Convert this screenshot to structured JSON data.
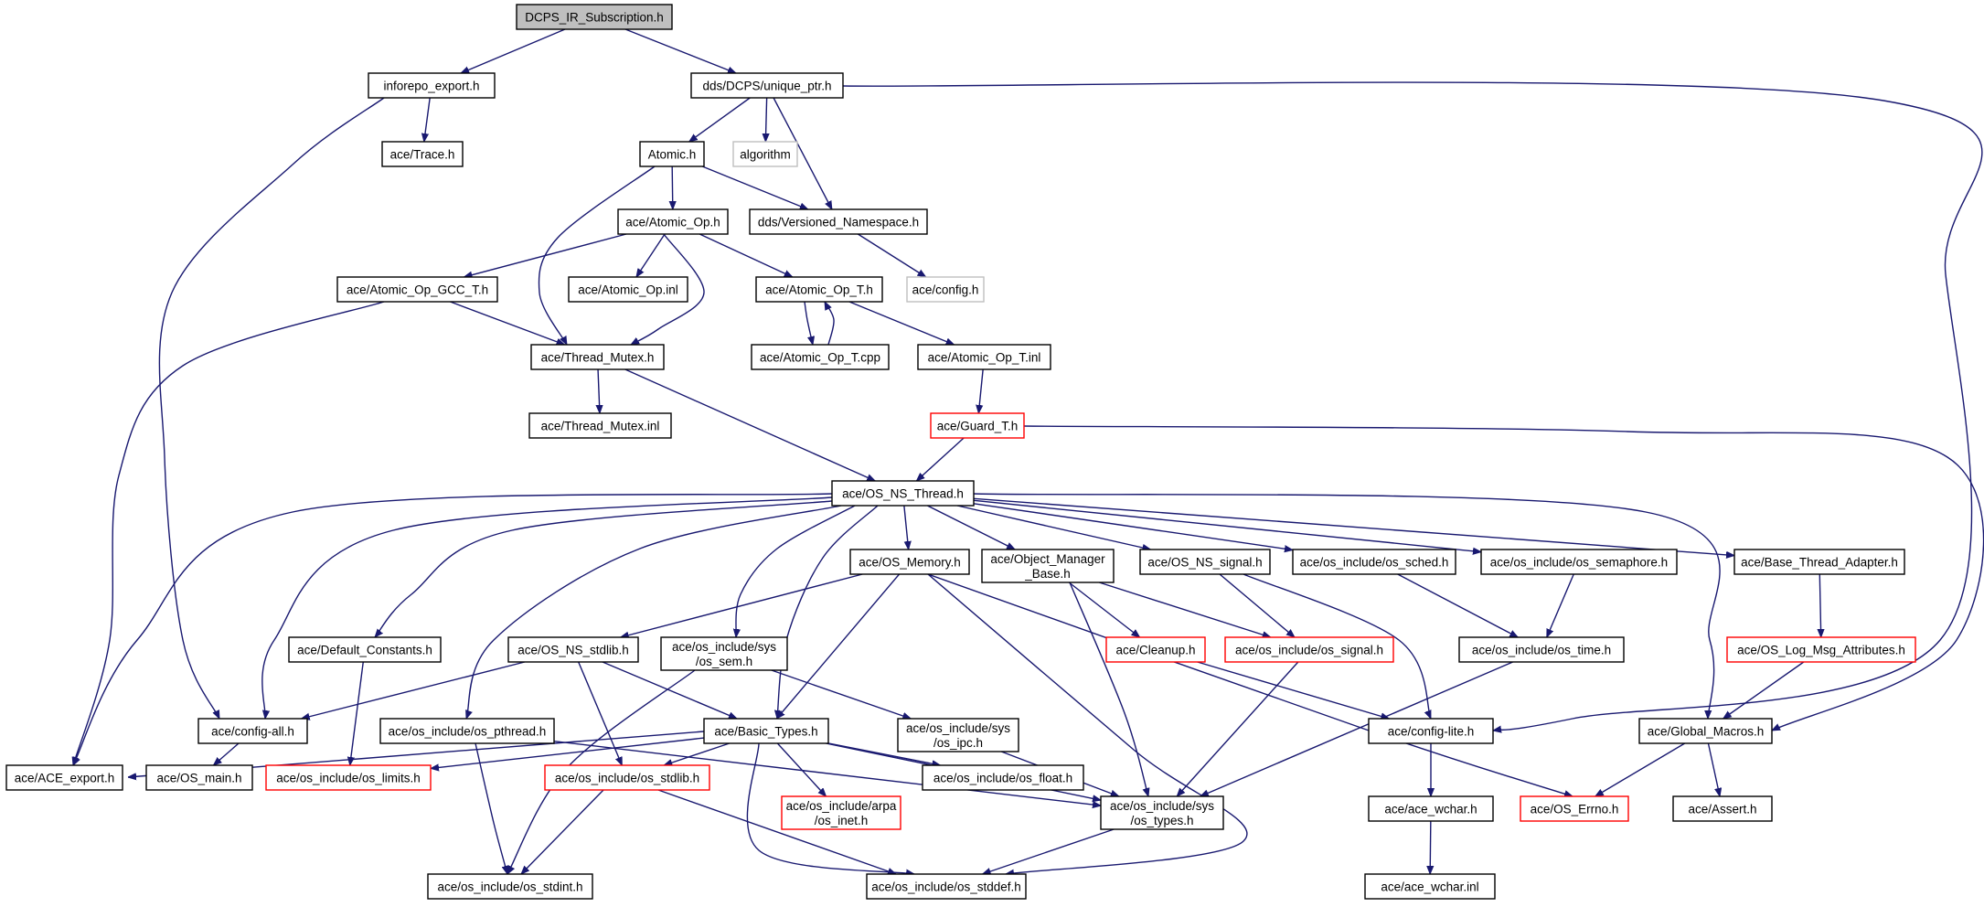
{
  "graph_nodes": [
    {
      "id": "root",
      "lines": [
        "DCPS_IR_Subscription.h"
      ],
      "style": "root"
    },
    {
      "id": "inforepo",
      "lines": [
        "inforepo_export.h"
      ],
      "style": "normal"
    },
    {
      "id": "uniqueptr",
      "lines": [
        "dds/DCPS/unique_ptr.h"
      ],
      "style": "normal"
    },
    {
      "id": "trace",
      "lines": [
        "ace/Trace.h"
      ],
      "style": "normal"
    },
    {
      "id": "atomic",
      "lines": [
        "Atomic.h"
      ],
      "style": "normal"
    },
    {
      "id": "algorithm",
      "lines": [
        "algorithm"
      ],
      "style": "gray"
    },
    {
      "id": "atomicop",
      "lines": [
        "ace/Atomic_Op.h"
      ],
      "style": "normal"
    },
    {
      "id": "versioned",
      "lines": [
        "dds/Versioned_Namespace.h"
      ],
      "style": "normal"
    },
    {
      "id": "gcct",
      "lines": [
        "ace/Atomic_Op_GCC_T.h"
      ],
      "style": "normal"
    },
    {
      "id": "atomicopinl",
      "lines": [
        "ace/Atomic_Op.inl"
      ],
      "style": "normal"
    },
    {
      "id": "atomicopt",
      "lines": [
        "ace/Atomic_Op_T.h"
      ],
      "style": "normal"
    },
    {
      "id": "config",
      "lines": [
        "ace/config.h"
      ],
      "style": "gray"
    },
    {
      "id": "threadmutex",
      "lines": [
        "ace/Thread_Mutex.h"
      ],
      "style": "normal"
    },
    {
      "id": "atomicoptcpp",
      "lines": [
        "ace/Atomic_Op_T.cpp"
      ],
      "style": "normal"
    },
    {
      "id": "atomicoptinl",
      "lines": [
        "ace/Atomic_Op_T.inl"
      ],
      "style": "normal"
    },
    {
      "id": "threadmutexinl",
      "lines": [
        "ace/Thread_Mutex.inl"
      ],
      "style": "normal"
    },
    {
      "id": "guardt",
      "lines": [
        "ace/Guard_T.h"
      ],
      "style": "red"
    },
    {
      "id": "osnsthread",
      "lines": [
        "ace/OS_NS_Thread.h"
      ],
      "style": "normal"
    },
    {
      "id": "osmemory",
      "lines": [
        "ace/OS_Memory.h"
      ],
      "style": "normal"
    },
    {
      "id": "objmgr",
      "lines": [
        "ace/Object_Manager",
        "_Base.h"
      ],
      "style": "normal"
    },
    {
      "id": "osnssignal",
      "lines": [
        "ace/OS_NS_signal.h"
      ],
      "style": "normal"
    },
    {
      "id": "ossched",
      "lines": [
        "ace/os_include/os_sched.h"
      ],
      "style": "normal"
    },
    {
      "id": "ossemaphore",
      "lines": [
        "ace/os_include/os_semaphore.h"
      ],
      "style": "normal"
    },
    {
      "id": "basethread",
      "lines": [
        "ace/Base_Thread_Adapter.h"
      ],
      "style": "normal"
    },
    {
      "id": "defconst",
      "lines": [
        "ace/Default_Constants.h"
      ],
      "style": "normal"
    },
    {
      "id": "osnsstdlib",
      "lines": [
        "ace/OS_NS_stdlib.h"
      ],
      "style": "normal"
    },
    {
      "id": "ossem",
      "lines": [
        "ace/os_include/sys",
        "/os_sem.h"
      ],
      "style": "normal"
    },
    {
      "id": "cleanup",
      "lines": [
        "ace/Cleanup.h"
      ],
      "style": "red"
    },
    {
      "id": "ossignal",
      "lines": [
        "ace/os_include/os_signal.h"
      ],
      "style": "red"
    },
    {
      "id": "ostime",
      "lines": [
        "ace/os_include/os_time.h"
      ],
      "style": "normal"
    },
    {
      "id": "logmsg",
      "lines": [
        "ace/OS_Log_Msg_Attributes.h"
      ],
      "style": "red"
    },
    {
      "id": "configall",
      "lines": [
        "ace/config-all.h"
      ],
      "style": "normal"
    },
    {
      "id": "ospthread",
      "lines": [
        "ace/os_include/os_pthread.h"
      ],
      "style": "normal"
    },
    {
      "id": "basictypes",
      "lines": [
        "ace/Basic_Types.h"
      ],
      "style": "normal"
    },
    {
      "id": "osipc",
      "lines": [
        "ace/os_include/sys",
        "/os_ipc.h"
      ],
      "style": "normal"
    },
    {
      "id": "configlite",
      "lines": [
        "ace/config-lite.h"
      ],
      "style": "normal"
    },
    {
      "id": "globalmacros",
      "lines": [
        "ace/Global_Macros.h"
      ],
      "style": "normal"
    },
    {
      "id": "aceexport",
      "lines": [
        "ace/ACE_export.h"
      ],
      "style": "normal"
    },
    {
      "id": "osmain",
      "lines": [
        "ace/OS_main.h"
      ],
      "style": "normal"
    },
    {
      "id": "oslimits",
      "lines": [
        "ace/os_include/os_limits.h"
      ],
      "style": "red"
    },
    {
      "id": "osstdlib",
      "lines": [
        "ace/os_include/os_stdlib.h"
      ],
      "style": "red"
    },
    {
      "id": "osinet",
      "lines": [
        "ace/os_include/arpa",
        "/os_inet.h"
      ],
      "style": "red"
    },
    {
      "id": "osfloat",
      "lines": [
        "ace/os_include/os_float.h"
      ],
      "style": "normal"
    },
    {
      "id": "ostypes",
      "lines": [
        "ace/os_include/sys",
        "/os_types.h"
      ],
      "style": "normal"
    },
    {
      "id": "acewchar",
      "lines": [
        "ace/ace_wchar.h"
      ],
      "style": "normal"
    },
    {
      "id": "oserrno",
      "lines": [
        "ace/OS_Errno.h"
      ],
      "style": "red"
    },
    {
      "id": "assert",
      "lines": [
        "ace/Assert.h"
      ],
      "style": "normal"
    },
    {
      "id": "osstdint",
      "lines": [
        "ace/os_include/os_stdint.h"
      ],
      "style": "normal"
    },
    {
      "id": "osstddef",
      "lines": [
        "ace/os_include/os_stddef.h"
      ],
      "style": "normal"
    },
    {
      "id": "acewcharinl",
      "lines": [
        "ace/ace_wchar.inl"
      ],
      "style": "normal"
    }
  ],
  "graph_edges": [
    [
      "root",
      "inforepo"
    ],
    [
      "root",
      "uniqueptr"
    ],
    [
      "inforepo",
      "trace"
    ],
    [
      "inforepo",
      "configall"
    ],
    [
      "uniqueptr",
      "atomic"
    ],
    [
      "uniqueptr",
      "algorithm"
    ],
    [
      "uniqueptr",
      "versioned"
    ],
    [
      "uniqueptr",
      "configlite"
    ],
    [
      "atomic",
      "atomicop"
    ],
    [
      "atomic",
      "versioned"
    ],
    [
      "atomic",
      "threadmutex"
    ],
    [
      "versioned",
      "config"
    ],
    [
      "atomicop",
      "gcct"
    ],
    [
      "atomicop",
      "atomicopinl"
    ],
    [
      "atomicop",
      "atomicopt"
    ],
    [
      "atomicop",
      "threadmutex"
    ],
    [
      "gcct",
      "threadmutex"
    ],
    [
      "gcct",
      "aceexport"
    ],
    [
      "atomicopt",
      "atomicoptcpp"
    ],
    [
      "atomicoptcpp",
      "atomicopt"
    ],
    [
      "atomicopt",
      "atomicoptinl"
    ],
    [
      "threadmutex",
      "threadmutexinl"
    ],
    [
      "threadmutex",
      "osnsthread"
    ],
    [
      "atomicoptinl",
      "guardt"
    ],
    [
      "guardt",
      "osnsthread"
    ],
    [
      "guardt",
      "globalmacros"
    ],
    [
      "osnsthread",
      "aceexport"
    ],
    [
      "osnsthread",
      "configall"
    ],
    [
      "osnsthread",
      "defconst"
    ],
    [
      "osnsthread",
      "ospthread"
    ],
    [
      "osnsthread",
      "ossem"
    ],
    [
      "osnsthread",
      "basictypes"
    ],
    [
      "osnsthread",
      "osmemory"
    ],
    [
      "osnsthread",
      "objmgr"
    ],
    [
      "osnsthread",
      "osnssignal"
    ],
    [
      "osnsthread",
      "ossched"
    ],
    [
      "osnsthread",
      "ossemaphore"
    ],
    [
      "osnsthread",
      "basethread"
    ],
    [
      "osnsthread",
      "globalmacros"
    ],
    [
      "osmemory",
      "osnsstdlib"
    ],
    [
      "osmemory",
      "basictypes"
    ],
    [
      "osmemory",
      "oserrno"
    ],
    [
      "osmemory",
      "osstddef"
    ],
    [
      "objmgr",
      "cleanup"
    ],
    [
      "objmgr",
      "ossignal"
    ],
    [
      "objmgr",
      "ostypes"
    ],
    [
      "osnssignal",
      "ossignal"
    ],
    [
      "osnssignal",
      "configlite"
    ],
    [
      "ossched",
      "ostime"
    ],
    [
      "ossemaphore",
      "ostime"
    ],
    [
      "basethread",
      "logmsg"
    ],
    [
      "logmsg",
      "globalmacros"
    ],
    [
      "defconst",
      "oslimits"
    ],
    [
      "osnsstdlib",
      "configall"
    ],
    [
      "osnsstdlib",
      "basictypes"
    ],
    [
      "osnsstdlib",
      "osstdlib"
    ],
    [
      "ossem",
      "osipc"
    ],
    [
      "ossem",
      "osstdint"
    ],
    [
      "cleanup",
      "configlite"
    ],
    [
      "ossignal",
      "ostypes"
    ],
    [
      "ostime",
      "ostypes"
    ],
    [
      "configall",
      "osmain"
    ],
    [
      "ospthread",
      "ostypes"
    ],
    [
      "ospthread",
      "osstdint"
    ],
    [
      "basictypes",
      "aceexport"
    ],
    [
      "basictypes",
      "oslimits"
    ],
    [
      "basictypes",
      "osstdlib"
    ],
    [
      "basictypes",
      "osinet"
    ],
    [
      "basictypes",
      "osfloat"
    ],
    [
      "basictypes",
      "ostypes"
    ],
    [
      "basictypes",
      "osstddef"
    ],
    [
      "osipc",
      "ostypes"
    ],
    [
      "configlite",
      "acewchar"
    ],
    [
      "globalmacros",
      "oserrno"
    ],
    [
      "globalmacros",
      "assert"
    ],
    [
      "osstdlib",
      "osstdint"
    ],
    [
      "osstdlib",
      "osstddef"
    ],
    [
      "ostypes",
      "osstddef"
    ],
    [
      "acewchar",
      "acewcharinl"
    ]
  ]
}
